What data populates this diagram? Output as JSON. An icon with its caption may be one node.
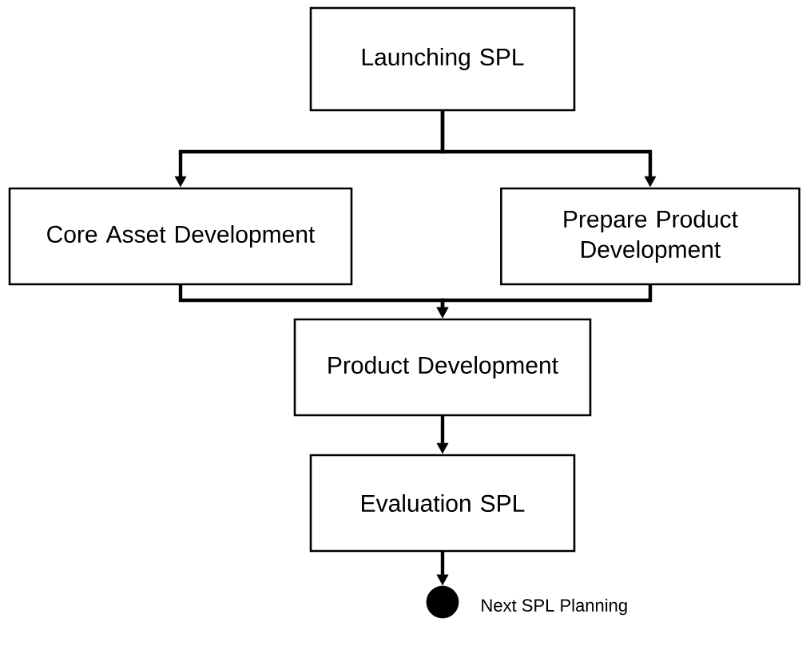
{
  "diagram": {
    "nodes": [
      {
        "text": [
          "Launching SPL"
        ]
      },
      {
        "text": [
          "Core Asset Development"
        ]
      },
      {
        "text": [
          "Prepare Product Development"
        ]
      },
      {
        "text": [
          "Product Development"
        ]
      },
      {
        "text": [
          "Evaluation SPL"
        ]
      },
      {
        "text": [],
        "shape": "circle",
        "beside": [
          "Next SPL Planning"
        ]
      }
    ],
    "edges": [
      {
        "from": 0,
        "to": 1,
        "arrow": "to"
      },
      {
        "from": 0,
        "to": 2,
        "arrow": "to"
      },
      {
        "from": 1,
        "to": 3,
        "arrow": "to"
      },
      {
        "from": 2,
        "to": 3,
        "arrow": "to"
      },
      {
        "from": 3,
        "to": 4,
        "arrow": "to"
      },
      {
        "from": 4,
        "to": 5,
        "arrow": "to"
      }
    ]
  }
}
